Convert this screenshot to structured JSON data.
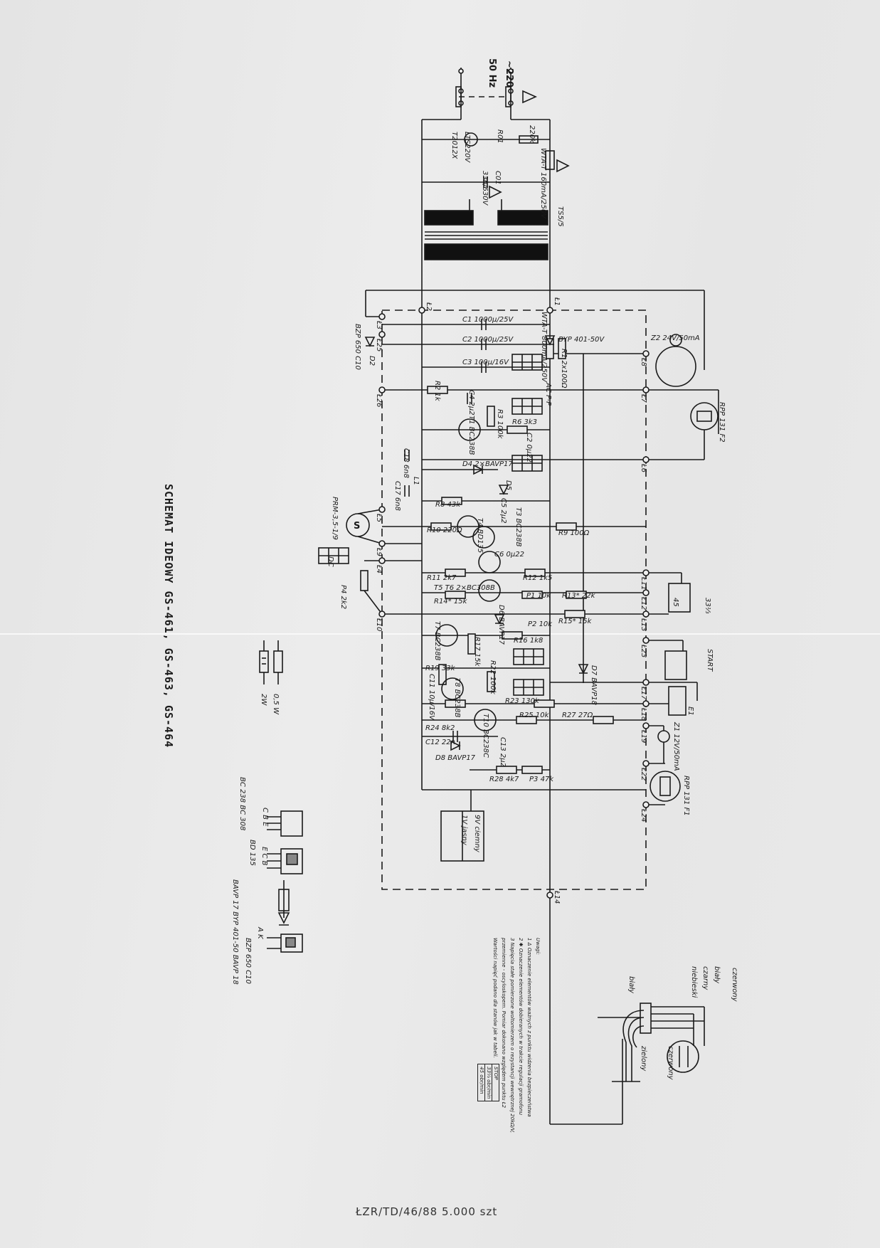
{
  "title": "SCHEMAT IDEOWY GS-461, GS-463, GS-464",
  "print_code": "ŁZR/TD/46/88 5.000 szt",
  "mains": {
    "voltage": "~220",
    "freq": "50 Hz"
  },
  "components": {
    "lamp_lts": "LTS220V",
    "lamp_type": "T2012X",
    "r01": "R01",
    "r01_val": "220k",
    "fuse_main": "WTA-T 160mA/250V",
    "c01": "C01",
    "c01_val": "33n/630V",
    "transformer": "TS5/5",
    "c1": "C1 1000µ/25V",
    "c2": "C2 1000µ/25V",
    "c3": "C3 100µ/16V",
    "fuse2": "WTA-T 800mA/250V",
    "bridge": "BYP 401-50V",
    "r1": "R1 2x100Ω",
    "d2": "D2",
    "bzp": "BZP 650 C10",
    "r2": "R2 1k",
    "c4": "C4 2µ2",
    "t1": "T1 BC238B",
    "r3": "R3 100k",
    "r6": "R6 3k3",
    "c8x": "C2 0µ22",
    "c18": "C18 6n8",
    "l1": "L1",
    "c17": "C17 6n8",
    "d4": "D4 2×BAVP17",
    "d5": "D5",
    "r8": "R8 43k",
    "c5": "C5 2µ2",
    "r10": "R10 220Ω",
    "t4": "T4 BD135",
    "t3": "T3 BC238B",
    "c6": "C6 0µ22",
    "r9": "R9 100Ω",
    "r11": "R11 2k7",
    "r12": "R12 1k5",
    "t56": "T5 T6 2×BC308B",
    "r14": "R14* 15k",
    "p1": "P1 10k",
    "r13": "R13* 22k",
    "d6": "D6 BAVP17",
    "p2": "P2 10k",
    "r15": "R15* 15k",
    "t7": "T7 BC238B",
    "r16": "R16 1k8",
    "r17": "R17 15k",
    "r19": "R19 33k",
    "c11": "C11 10µ/16V",
    "t8": "T8 BC238B",
    "r22": "R22 100k",
    "r24": "R24 8k2",
    "r23": "R23 130k",
    "r25": "R25 10k",
    "r27": "R27 27Ω",
    "d7": "D7 BAVP18",
    "c12": "C12 22n",
    "d8": "D8 BAVP17",
    "t10": "T10 BC238C",
    "c13": "C13 2µ2",
    "r28": "R28 4k7",
    "p3": "P3 47k",
    "motor": "S",
    "motor_type": "PRM-3,5-1/9",
    "p4": "P4 2k2",
    "z2": "Z2 24V/50mA",
    "f2": "RPP 131 F2",
    "sw_33": "33⅓",
    "sw_45": "45",
    "start": "START",
    "e1": "E1",
    "z1": "Z1 12V/50mA",
    "f1": "RPP 131 F1",
    "dc": "DC",
    "ac": "AC P-P"
  },
  "indicator_box": {
    "dark": "9V ciemny",
    "light": "1V jasny"
  },
  "connectors": {
    "left": [
      "Ł3",
      "Ł25",
      "Ł26",
      "Ł5",
      "Ł9",
      "Ł4",
      "Ł10"
    ],
    "right": [
      "Ł8",
      "Ł7",
      "Ł6",
      "Ł11",
      "Ł12",
      "Ł13",
      "Ł23",
      "Ł17",
      "Ł18",
      "Ł19",
      "Ł22",
      "Ł24"
    ],
    "top_left": "Ł2",
    "top_right": "Ł1",
    "bottom": "Ł14"
  },
  "legend": {
    "res_05w": "0,5 W",
    "res_2w": "2W",
    "bc": "BC 238 BC 308",
    "bc_pins": "C B E",
    "bd": "BD 135",
    "bd_pins": "E C B",
    "diodes": "BAVP 17 BYP 401-50 BAVP 18",
    "zener": "BZP 650 C10",
    "zener_pins": "A K"
  },
  "wires": [
    "biały",
    "zielony",
    "niebieski",
    "czarny",
    "biały",
    "czerwony",
    "czerwony"
  ],
  "notes": {
    "heading": "Uwagi:",
    "lines": [
      "1 Δ Oznaczenie elementów ważnych z punktu widzenia bezpieczeństwa",
      "2 ✱ Oznaczenie elementów dobieranych w trakcie regulacji gramofonu",
      "3 Napięcia stałe pomierzone woltomierzem o rezystancji wewnętrznej 20kΩ/V,",
      "przemienne - oscyloskopem.        Pomiar dokonano względem punktu Ł2",
      "Wartości napięć podano dla stanów jak w tabeli."
    ],
    "table": [
      "STOP",
      "33⅓ obr/min",
      "45 obr/min"
    ]
  }
}
